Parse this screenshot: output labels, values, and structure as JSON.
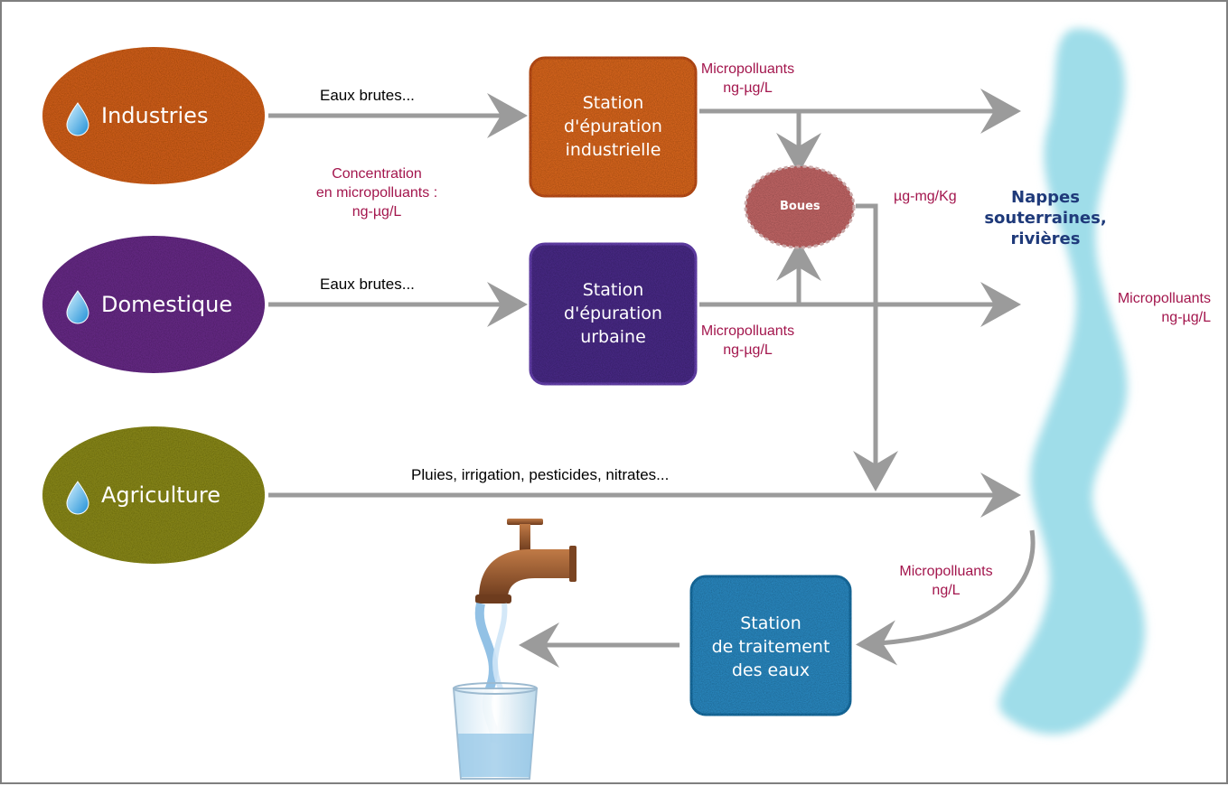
{
  "sources": [
    {
      "id": "industries",
      "label": "Industries",
      "color": "#d9641f"
    },
    {
      "id": "domestique",
      "label": "Domestique",
      "color": "#6c2f8c"
    },
    {
      "id": "agriculture",
      "label": "Agriculture",
      "color": "#8f8e1c"
    }
  ],
  "stations": {
    "industrielle": {
      "line1": "Station",
      "line2": "d'épuration",
      "line3": "industrielle",
      "color": "#e06a24"
    },
    "urbaine": {
      "line1": "Station",
      "line2": "d'épuration",
      "line3": "urbaine",
      "color": "#4d2e8c"
    },
    "traitement": {
      "line1": "Station",
      "line2": "de traitement",
      "line3": "des eaux",
      "color": "#2d8ec8"
    }
  },
  "flows": {
    "industries_label": "Eaux brutes...",
    "domestique_label": "Eaux brutes...",
    "agriculture_label": "Pluies, irrigation, pesticides, nitrates..."
  },
  "annotations": {
    "concentration": {
      "line1": "Concentration",
      "line2": "en micropolluants :",
      "line3": "ng-µg/L"
    },
    "industrial_out": {
      "line1": "Micropolluants",
      "line2": "ng-µg/L"
    },
    "urban_out": {
      "line1": "Micropolluants",
      "line2": "ng-µg/L"
    },
    "river": {
      "line1": "Micropolluants",
      "line2": "ng-µg/L"
    },
    "to_treatment": {
      "line1": "Micropolluants",
      "line2": "ng/L"
    },
    "boues_conc": "µg-mg/Kg"
  },
  "boues": {
    "label": "Boues",
    "color": "#c96a6a"
  },
  "river": {
    "line1": "Nappes",
    "line2": "souterraines,",
    "line3": "rivières",
    "color": "#9fdde9"
  },
  "colors": {
    "arrow": "#9b9b9b",
    "annotation": "#a3164d"
  }
}
